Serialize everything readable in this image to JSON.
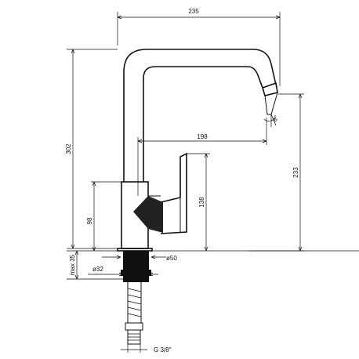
{
  "dimensions": {
    "overall_width": "235",
    "total_height": "302",
    "spout_reach": "198",
    "spout_height": "233",
    "lever_height": "138",
    "body_height": "98",
    "max_mount_thickness": "max 35",
    "mount_diameter": "ø50",
    "hole_diameter": "ø32",
    "connection": "G 3/8\"",
    "spout_angle": "8°"
  }
}
